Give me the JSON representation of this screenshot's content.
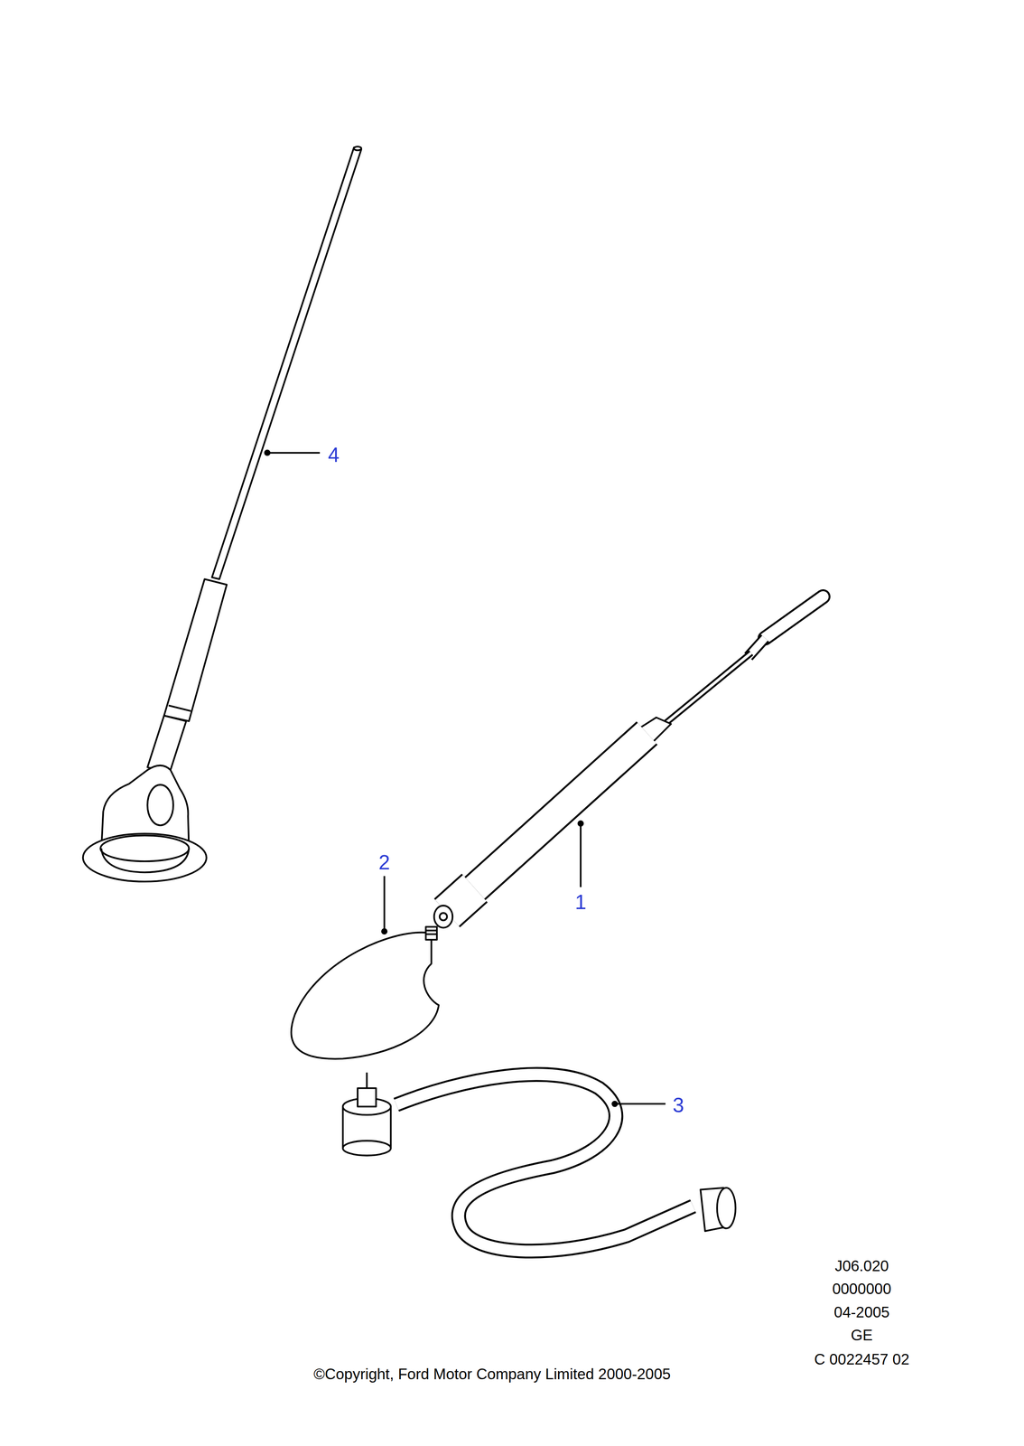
{
  "diagram": {
    "labels": [
      "4",
      "2",
      "1",
      "3",
      "J06.020",
      "0000000",
      "04-2005",
      "GE",
      "C 0022457 02",
      "©Copyright, Ford Motor Company Limited 2000-2005"
    ]
  }
}
